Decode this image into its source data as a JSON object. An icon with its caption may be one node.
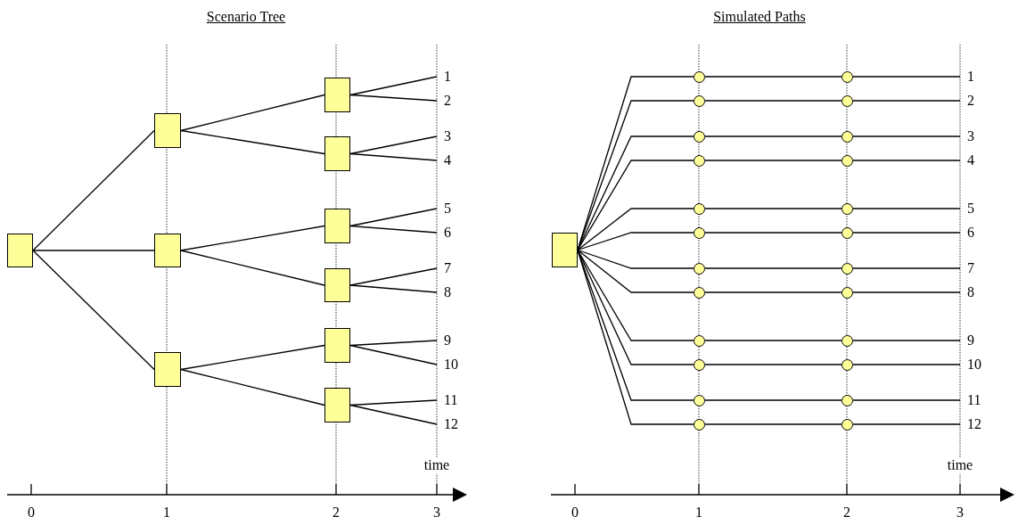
{
  "diagram": {
    "nodes": [
      {
        "text": [],
        "shape": "box"
      },
      {
        "text": [],
        "shape": "box"
      },
      {
        "text": [],
        "shape": "box"
      },
      {
        "text": [],
        "shape": "box"
      },
      {
        "text": [],
        "shape": "box"
      },
      {
        "text": [],
        "shape": "box"
      },
      {
        "text": [],
        "shape": "box"
      },
      {
        "text": [],
        "shape": "box"
      },
      {
        "text": [],
        "shape": "box"
      },
      {
        "text": [],
        "shape": "box"
      },
      {
        "text": [
          "1"
        ]
      },
      {
        "text": [
          "2"
        ]
      },
      {
        "text": [
          "3"
        ]
      },
      {
        "text": [
          "4"
        ]
      },
      {
        "text": [
          "5"
        ]
      },
      {
        "text": [
          "6"
        ]
      },
      {
        "text": [
          "7"
        ]
      },
      {
        "text": [
          "8"
        ]
      },
      {
        "text": [
          "9"
        ]
      },
      {
        "text": [
          "10"
        ]
      },
      {
        "text": [
          "11"
        ]
      },
      {
        "text": [
          "12"
        ]
      },
      {
        "text": [],
        "shape": "box"
      },
      {
        "text": [
          "1"
        ]
      },
      {
        "text": [
          "2"
        ]
      },
      {
        "text": [
          "3"
        ]
      },
      {
        "text": [
          "4"
        ]
      },
      {
        "text": [
          "5"
        ]
      },
      {
        "text": [
          "6"
        ]
      },
      {
        "text": [
          "7"
        ]
      },
      {
        "text": [
          "8"
        ]
      },
      {
        "text": [
          "9"
        ]
      },
      {
        "text": [
          "10"
        ]
      },
      {
        "text": [
          "11"
        ]
      },
      {
        "text": [
          "12"
        ]
      },
      {
        "text": [],
        "shape": "circle"
      },
      {
        "text": [],
        "shape": "circle"
      },
      {
        "text": [],
        "shape": "circle"
      },
      {
        "text": [],
        "shape": "circle"
      },
      {
        "text": [],
        "shape": "circle"
      },
      {
        "text": [],
        "shape": "circle"
      },
      {
        "text": [],
        "shape": "circle"
      },
      {
        "text": [],
        "shape": "circle"
      },
      {
        "text": [],
        "shape": "circle"
      },
      {
        "text": [],
        "shape": "circle"
      },
      {
        "text": [],
        "shape": "circle"
      },
      {
        "text": [],
        "shape": "circle"
      },
      {
        "text": [],
        "shape": "circle"
      },
      {
        "text": [],
        "shape": "circle"
      },
      {
        "text": [],
        "shape": "circle"
      },
      {
        "text": [],
        "shape": "circle"
      },
      {
        "text": [],
        "shape": "circle"
      },
      {
        "text": [],
        "shape": "circle"
      },
      {
        "text": [],
        "shape": "circle"
      },
      {
        "text": [],
        "shape": "circle"
      },
      {
        "text": [],
        "shape": "circle"
      },
      {
        "text": [],
        "shape": "circle"
      },
      {
        "text": [],
        "shape": "circle"
      },
      {
        "text": [],
        "shape": "circle"
      }
    ],
    "edges": [
      {
        "from": 0,
        "to": 1,
        "arrow": "none"
      },
      {
        "from": 0,
        "to": 2,
        "arrow": "none"
      },
      {
        "from": 0,
        "to": 3,
        "arrow": "none"
      },
      {
        "from": 1,
        "to": 4,
        "arrow": "none"
      },
      {
        "from": 1,
        "to": 5,
        "arrow": "none"
      },
      {
        "from": 2,
        "to": 6,
        "arrow": "none"
      },
      {
        "from": 2,
        "to": 7,
        "arrow": "none"
      },
      {
        "from": 3,
        "to": 8,
        "arrow": "none"
      },
      {
        "from": 3,
        "to": 9,
        "arrow": "none"
      },
      {
        "from": 4,
        "to": 10,
        "arrow": "none"
      },
      {
        "from": 4,
        "to": 11,
        "arrow": "none"
      },
      {
        "from": 5,
        "to": 12,
        "arrow": "none"
      },
      {
        "from": 5,
        "to": 13,
        "arrow": "none"
      },
      {
        "from": 6,
        "to": 14,
        "arrow": "none"
      },
      {
        "from": 6,
        "to": 15,
        "arrow": "none"
      },
      {
        "from": 7,
        "to": 16,
        "arrow": "none"
      },
      {
        "from": 7,
        "to": 17,
        "arrow": "none"
      },
      {
        "from": 8,
        "to": 18,
        "arrow": "none"
      },
      {
        "from": 8,
        "to": 19,
        "arrow": "none"
      },
      {
        "from": 9,
        "to": 20,
        "arrow": "none"
      },
      {
        "from": 9,
        "to": 21,
        "arrow": "none"
      },
      {
        "from": 22,
        "to": 35,
        "arrow": "none"
      },
      {
        "from": 22,
        "to": 36,
        "arrow": "none"
      },
      {
        "from": 22,
        "to": 37,
        "arrow": "none"
      },
      {
        "from": 22,
        "to": 38,
        "arrow": "none"
      },
      {
        "from": 22,
        "to": 39,
        "arrow": "none"
      },
      {
        "from": 22,
        "to": 40,
        "arrow": "none"
      },
      {
        "from": 22,
        "to": 41,
        "arrow": "none"
      },
      {
        "from": 22,
        "to": 42,
        "arrow": "none"
      },
      {
        "from": 22,
        "to": 43,
        "arrow": "none"
      },
      {
        "from": 22,
        "to": 44,
        "arrow": "none"
      },
      {
        "from": 22,
        "to": 45,
        "arrow": "none"
      },
      {
        "from": 22,
        "to": 46,
        "arrow": "none"
      },
      {
        "from": 35,
        "to": 47,
        "arrow": "none"
      },
      {
        "from": 36,
        "to": 48,
        "arrow": "none"
      },
      {
        "from": 37,
        "to": 49,
        "arrow": "none"
      },
      {
        "from": 38,
        "to": 50,
        "arrow": "none"
      },
      {
        "from": 39,
        "to": 51,
        "arrow": "none"
      },
      {
        "from": 40,
        "to": 52,
        "arrow": "none"
      },
      {
        "from": 41,
        "to": 53,
        "arrow": "none"
      },
      {
        "from": 42,
        "to": 54,
        "arrow": "none"
      },
      {
        "from": 43,
        "to": 55,
        "arrow": "none"
      },
      {
        "from": 44,
        "to": 56,
        "arrow": "none"
      },
      {
        "from": 45,
        "to": 57,
        "arrow": "none"
      },
      {
        "from": 46,
        "to": 58,
        "arrow": "none"
      },
      {
        "from": 47,
        "to": 23,
        "arrow": "none"
      },
      {
        "from": 48,
        "to": 24,
        "arrow": "none"
      },
      {
        "from": 49,
        "to": 25,
        "arrow": "none"
      },
      {
        "from": 50,
        "to": 26,
        "arrow": "none"
      },
      {
        "from": 51,
        "to": 27,
        "arrow": "none"
      },
      {
        "from": 52,
        "to": 28,
        "arrow": "none"
      },
      {
        "from": 53,
        "to": 29,
        "arrow": "none"
      },
      {
        "from": 54,
        "to": 30,
        "arrow": "none"
      },
      {
        "from": 55,
        "to": 31,
        "arrow": "none"
      },
      {
        "from": 56,
        "to": 32,
        "arrow": "none"
      },
      {
        "from": 57,
        "to": 33,
        "arrow": "none"
      },
      {
        "from": 58,
        "to": 34,
        "arrow": "none"
      }
    ],
    "labels": [
      "Scenario Tree",
      "Simulated Paths",
      "time",
      "time",
      "0",
      "1",
      "2",
      "3",
      "0",
      "1",
      "2",
      "3"
    ]
  }
}
